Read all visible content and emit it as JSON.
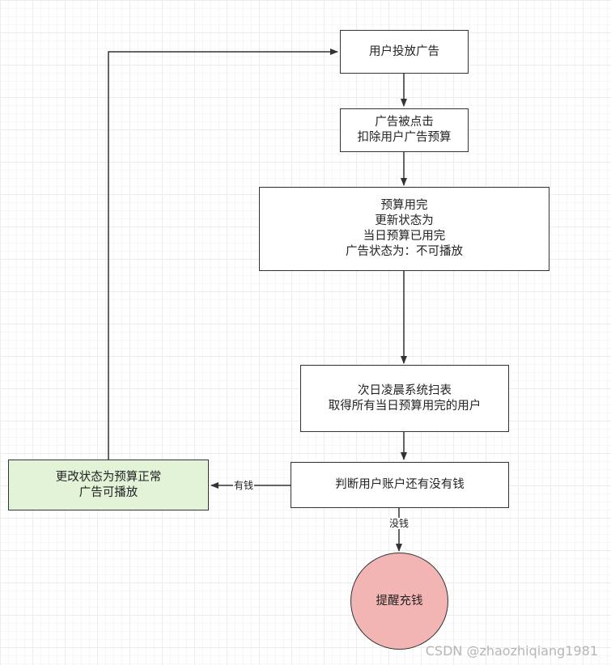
{
  "nodes": {
    "place_ad": {
      "line1": "用户投放广告"
    },
    "ad_clicked": {
      "line1": "广告被点击",
      "line2": "扣除用户广告预算"
    },
    "budget_used": {
      "line1": "预算用完",
      "line2": "更新状态为",
      "line3": "当日预算已用完",
      "line4": "广告状态为：不可播放"
    },
    "morning_scan": {
      "line1": "次日凌晨系统扫表",
      "line2": "取得所有当日预算用完的用户"
    },
    "check_balance": {
      "line1": "判断用户账户还有没有钱"
    },
    "restore_status": {
      "line1": "更改状态为预算正常",
      "line2": "广告可播放"
    },
    "recharge": {
      "line1": "提醒充钱"
    }
  },
  "edges": {
    "has_money": "有钱",
    "no_money": "没钱"
  },
  "watermark": "CSDN @zhaozhiqiang1981"
}
